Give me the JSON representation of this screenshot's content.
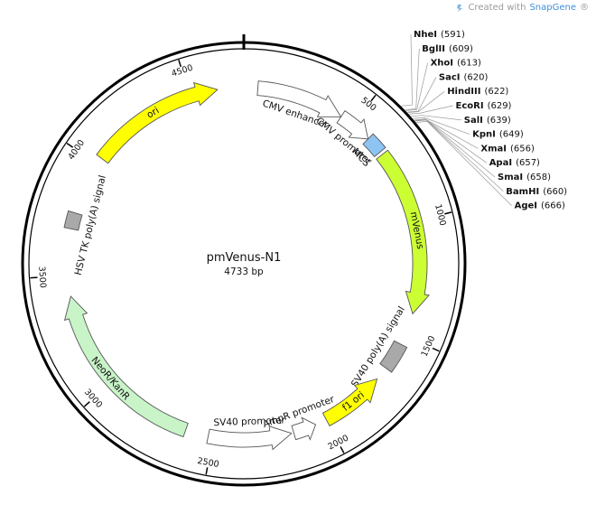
{
  "credit": {
    "prefix": "Created with ",
    "brand": "SnapGene",
    "mark": "®"
  },
  "plasmid": {
    "name": "pmVenus-N1",
    "length_label": "4733 bp",
    "length": 4733
  },
  "ticks": [
    {
      "pos": 500,
      "label": "500"
    },
    {
      "pos": 1000,
      "label": "1000"
    },
    {
      "pos": 1500,
      "label": "1500"
    },
    {
      "pos": 2000,
      "label": "2000"
    },
    {
      "pos": 2500,
      "label": "2500"
    },
    {
      "pos": 3000,
      "label": "3000"
    },
    {
      "pos": 3500,
      "label": "3500"
    },
    {
      "pos": 4000,
      "label": "4000"
    },
    {
      "pos": 4500,
      "label": "4500"
    }
  ],
  "features": [
    {
      "id": "cmv-enhancer",
      "name": "CMV enhancer",
      "start": 60,
      "end": 440,
      "type": "arrow",
      "dir": 1,
      "color": "#ffffff"
    },
    {
      "id": "cmv-promoter",
      "name": "CMV promoter",
      "start": 440,
      "end": 590,
      "type": "arrow",
      "dir": 1,
      "color": "#ffffff"
    },
    {
      "id": "mcs",
      "name": "MCS",
      "start": 590,
      "end": 666,
      "type": "box",
      "color": "#8dc4f2"
    },
    {
      "id": "mvenus",
      "name": "mVenus",
      "start": 680,
      "end": 1400,
      "type": "arrow",
      "dir": 1,
      "color": "#ccff33"
    },
    {
      "id": "sv40-polya",
      "name": "SV40 poly(A) signal",
      "start": 1540,
      "end": 1660,
      "type": "box",
      "color": "#a9a9a9"
    },
    {
      "id": "f1-ori",
      "name": "f1 ori",
      "start": 1720,
      "end": 2000,
      "type": "arrow",
      "dir": -1,
      "color": "#ffff00"
    },
    {
      "id": "ampr-promoter",
      "name": "AmpR promoter",
      "start": 2050,
      "end": 2150,
      "type": "arrow",
      "dir": -1,
      "color": "#ffffff"
    },
    {
      "id": "sv40-promoter",
      "name": "SV40 promoter",
      "start": 2160,
      "end": 2520,
      "type": "arrow",
      "dir": -1,
      "color": "#ffffff"
    },
    {
      "id": "neor-kanr",
      "name": "NeoR/KanR",
      "start": 2620,
      "end": 3410,
      "type": "arrow",
      "dir": 1,
      "color": "#c8f4c8"
    },
    {
      "id": "hsv-tk-polya",
      "name": "HSV TK poly(A) signal",
      "start": 3700,
      "end": 3770,
      "type": "box",
      "color": "#a9a9a9"
    },
    {
      "id": "ori",
      "name": "ori",
      "start": 4030,
      "end": 4620,
      "type": "arrow",
      "dir": 1,
      "color": "#ffff00"
    }
  ],
  "sites": [
    {
      "name": "NheI",
      "pos": 591,
      "pos_label": "(591)"
    },
    {
      "name": "BglII",
      "pos": 609,
      "pos_label": "(609)"
    },
    {
      "name": "XhoI",
      "pos": 613,
      "pos_label": "(613)"
    },
    {
      "name": "SacI",
      "pos": 620,
      "pos_label": "(620)"
    },
    {
      "name": "HindIII",
      "pos": 622,
      "pos_label": "(622)"
    },
    {
      "name": "EcoRI",
      "pos": 629,
      "pos_label": "(629)"
    },
    {
      "name": "SalI",
      "pos": 639,
      "pos_label": "(639)"
    },
    {
      "name": "KpnI",
      "pos": 649,
      "pos_label": "(649)"
    },
    {
      "name": "XmaI",
      "pos": 656,
      "pos_label": "(656)"
    },
    {
      "name": "ApaI",
      "pos": 657,
      "pos_label": "(657)"
    },
    {
      "name": "SmaI",
      "pos": 658,
      "pos_label": "(658)"
    },
    {
      "name": "BamHI",
      "pos": 660,
      "pos_label": "(660)"
    },
    {
      "name": "AgeI",
      "pos": 666,
      "pos_label": "(666)"
    }
  ]
}
